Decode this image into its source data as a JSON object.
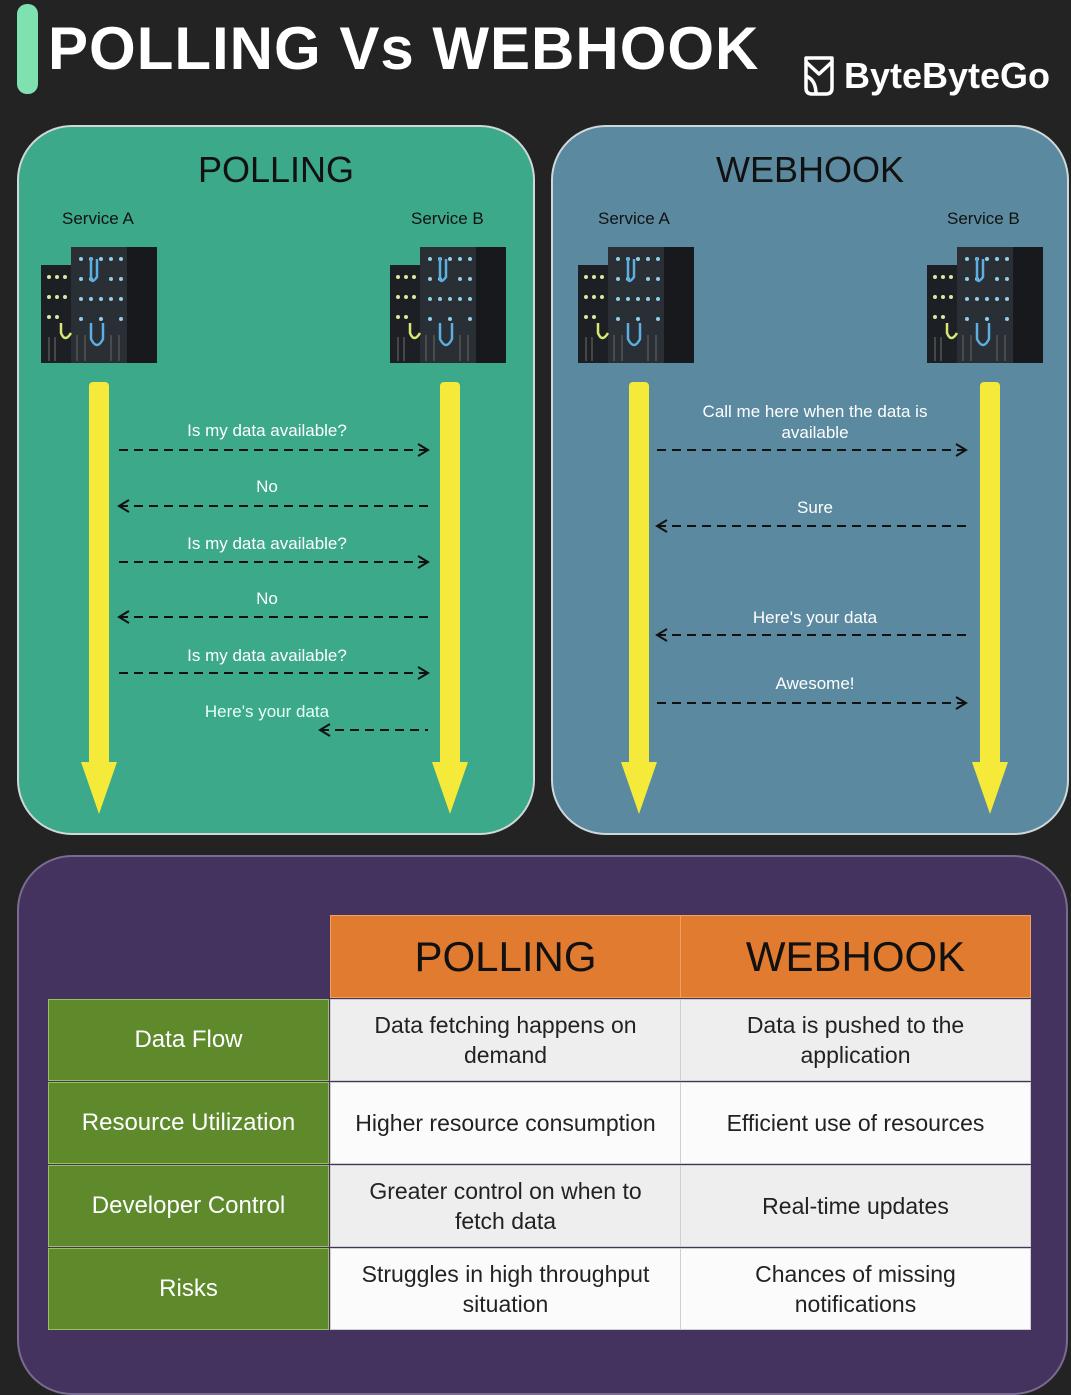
{
  "header": {
    "title": "POLLING Vs WEBHOOK",
    "brand": "ByteByteGo"
  },
  "polling": {
    "title": "POLLING",
    "service_a": "Service A",
    "service_b": "Service B",
    "messages": [
      {
        "label": "Is my data available?",
        "direction": "right"
      },
      {
        "label": "No",
        "direction": "left"
      },
      {
        "label": "Is my data available?",
        "direction": "right"
      },
      {
        "label": "No",
        "direction": "left"
      },
      {
        "label": "Is my data available?",
        "direction": "right"
      },
      {
        "label": "Here's your data",
        "direction": "left"
      }
    ]
  },
  "webhook": {
    "title": "WEBHOOK",
    "service_a": "Service A",
    "service_b": "Service B",
    "messages": [
      {
        "label": "Call me here when the data is available",
        "direction": "right"
      },
      {
        "label": "Sure",
        "direction": "left"
      },
      {
        "label": "Here's your data",
        "direction": "left"
      },
      {
        "label": "Awesome!",
        "direction": "right"
      }
    ]
  },
  "table": {
    "headers": [
      "POLLING",
      "WEBHOOK"
    ],
    "rows": [
      {
        "label": "Data Flow",
        "polling": "Data fetching happens on demand",
        "webhook": "Data is pushed to the application"
      },
      {
        "label": "Resource Utilization",
        "polling": "Higher resource consumption",
        "webhook": "Efficient use of resources"
      },
      {
        "label": "Developer Control",
        "polling": "Greater control on when to fetch data",
        "webhook": "Real-time updates"
      },
      {
        "label": "Risks",
        "polling": "Struggles in high throughput situation",
        "webhook": "Chances of missing notifications"
      }
    ]
  },
  "colors": {
    "polling_panel": "#3ba98a",
    "webhook_panel": "#5b8aa0",
    "table_header": "#e07b2f",
    "row_label": "#5e8a2c",
    "arrow": "#f5ea3a"
  }
}
